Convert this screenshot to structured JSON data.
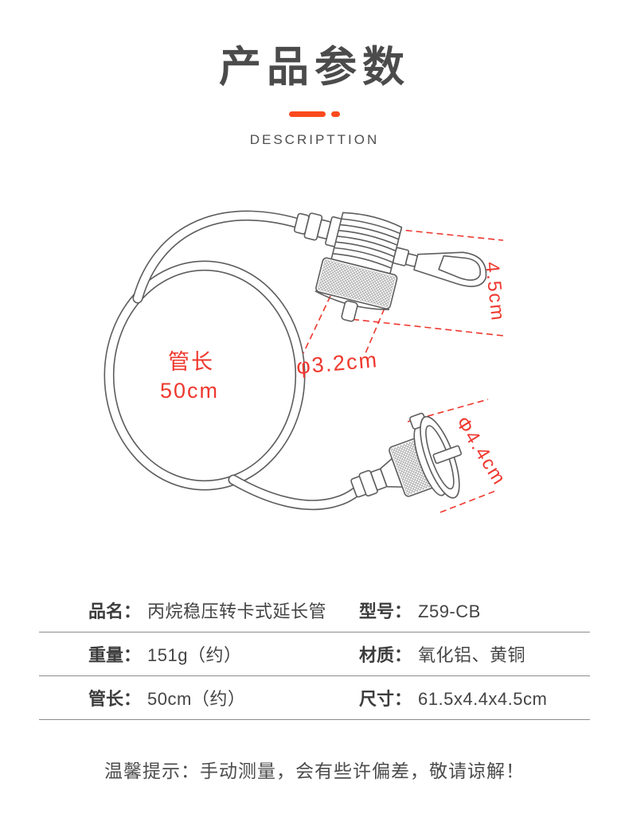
{
  "header": {
    "title": "产品参数",
    "subtitle": "DESCRIPTTION"
  },
  "diagram": {
    "hose_label_line1": "管长",
    "hose_label_line2": "50cm",
    "dim_height": "4.5cm",
    "dim_valve_diameter": "φ3.2cm",
    "dim_connector_diameter": "Φ4.4cm"
  },
  "specs": {
    "rows": [
      {
        "left_label": "品名：",
        "left_value": "丙烷稳压转卡式延长管",
        "right_label": "型号：",
        "right_value": "Z59-CB"
      },
      {
        "left_label": "重量：",
        "left_value": "151g（约）",
        "right_label": "材质：",
        "right_value": "氧化铝、黄铜"
      },
      {
        "left_label": "管长：",
        "left_value": "50cm（约）",
        "right_label": "尺寸：",
        "right_value": "61.5x4.4x4.5cm"
      }
    ]
  },
  "footer": {
    "note": "温馨提示：手动测量，会有些许偏差，敬请谅解！"
  },
  "colors": {
    "accent_orange": "#fb4a1d",
    "annotation_red": "#ee382e",
    "drawing_gray": "#5d5d5d",
    "text_dark": "#4b4b4b",
    "table_line_gray": "#8c8c8c"
  }
}
